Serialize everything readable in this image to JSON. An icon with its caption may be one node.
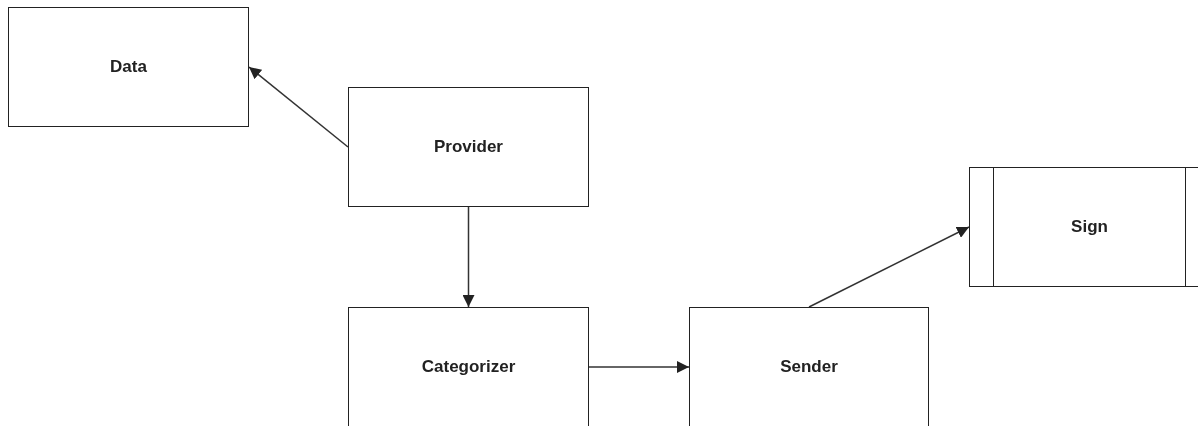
{
  "diagram": {
    "nodes": [
      {
        "text": [
          "Data"
        ]
      },
      {
        "text": [
          "Provider"
        ]
      },
      {
        "text": [
          "Categorizer"
        ]
      },
      {
        "text": [
          "Sender"
        ]
      },
      {
        "text": [
          "Sign"
        ]
      }
    ],
    "edges": [
      {
        "from": 1,
        "to": 0,
        "arrow": "to"
      },
      {
        "from": 1,
        "to": 2,
        "arrow": "to"
      },
      {
        "from": 2,
        "to": 3,
        "arrow": "to"
      },
      {
        "from": 3,
        "to": 4,
        "arrow": "to"
      }
    ]
  }
}
